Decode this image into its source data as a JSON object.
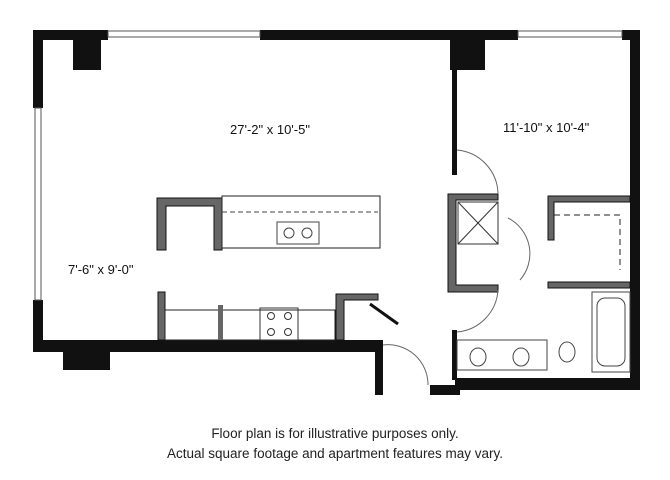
{
  "rooms": {
    "living": "27'-2\" x 10'-5\"",
    "bedroom": "11'-10\" x 10'-4\"",
    "den": "7'-6\" x 9'-0\""
  },
  "caption": {
    "line1": "Floor plan is for illustrative purposes only.",
    "line2": "Actual square footage and apartment features may vary."
  }
}
